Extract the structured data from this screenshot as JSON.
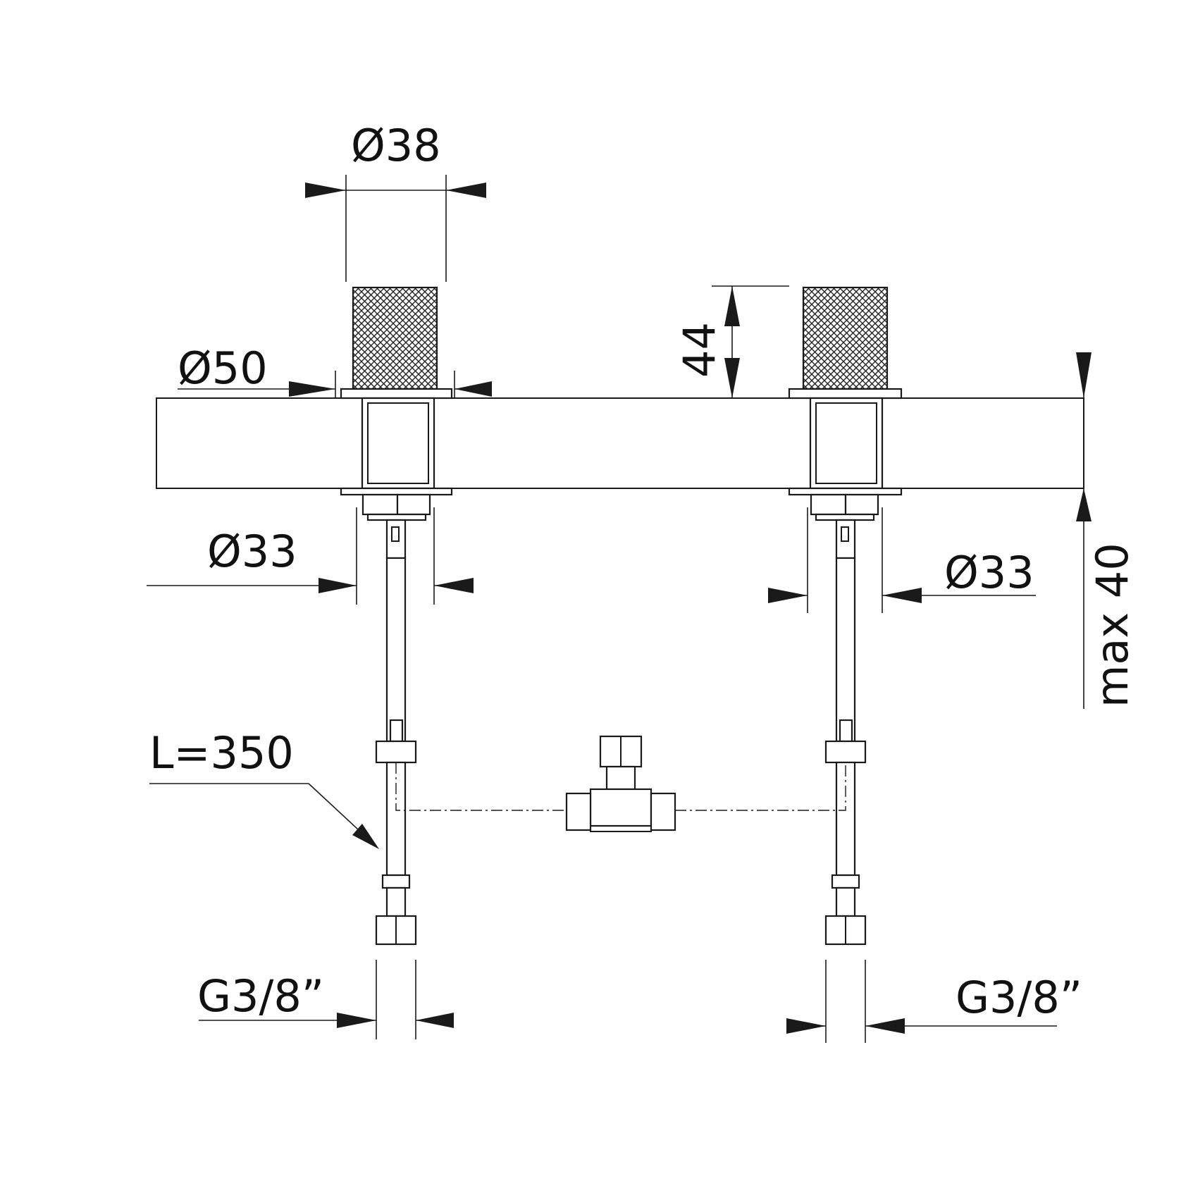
{
  "labels": {
    "knob_diameter": "Ø38",
    "knob_height": "44",
    "flange_diameter": "Ø50",
    "shank_diameter_left": "Ø33",
    "shank_diameter_right": "Ø33",
    "hose_length": "L=350",
    "deck_thickness": "max 40",
    "thread_left": "G3/8”",
    "thread_right": "G3/8”"
  },
  "colors": {
    "line": "#1a1a1a",
    "background": "#ffffff"
  }
}
